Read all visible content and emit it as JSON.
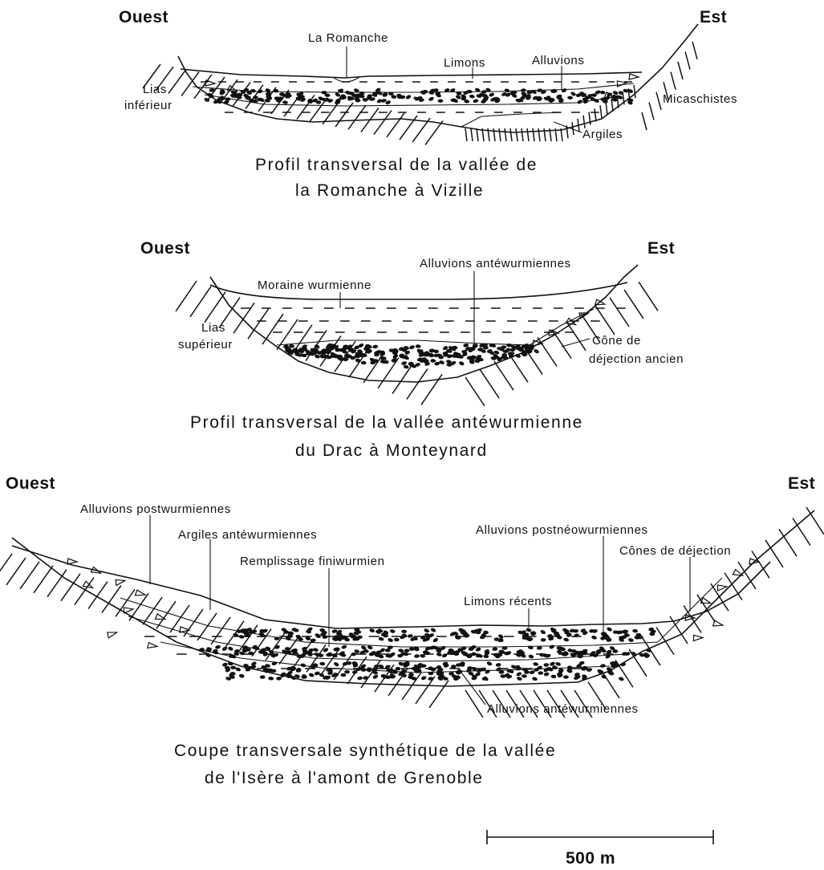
{
  "profiles": [
    {
      "id": "romanche",
      "west": "Ouest",
      "east": "Est",
      "caption_line1": "Profil transversal de la vallée de",
      "caption_line2": "la Romanche à Vizille",
      "labels": {
        "river": "La Romanche",
        "limons": "Limons",
        "alluvions": "Alluvions",
        "lias_1": "Lias",
        "lias_2": "inférieur",
        "micaschistes": "Micaschistes",
        "argiles": "Argiles"
      }
    },
    {
      "id": "drac",
      "west": "Ouest",
      "east": "Est",
      "caption_line1": "Profil transversal de la vallée antéwurmienne",
      "caption_line2": "du Drac à Monteynard",
      "labels": {
        "alluvions": "Alluvions antéwurmiennes",
        "moraine": "Moraine wurmienne",
        "lias_1": "Lias",
        "lias_2": "supérieur",
        "cone_1": "Cône de",
        "cone_2": "déjection ancien"
      }
    },
    {
      "id": "isere",
      "west": "Ouest",
      "east": "Est",
      "caption_line1": "Coupe transversale synthétique de la vallée",
      "caption_line2": "de l'Isère à l'amont de Grenoble",
      "labels": {
        "postwurm": "Alluvions postwurmiennes",
        "argiles": "Argiles antéwurmiennes",
        "remplissage": "Remplissage finiwurmien",
        "postneo": "Alluvions postnéowurmiennes",
        "cones": "Cônes de déjection",
        "limons": "Limons récents",
        "antewurm": "Alluvions antéwurmiennes"
      }
    }
  ],
  "scale_bar": {
    "label": "500 m"
  }
}
